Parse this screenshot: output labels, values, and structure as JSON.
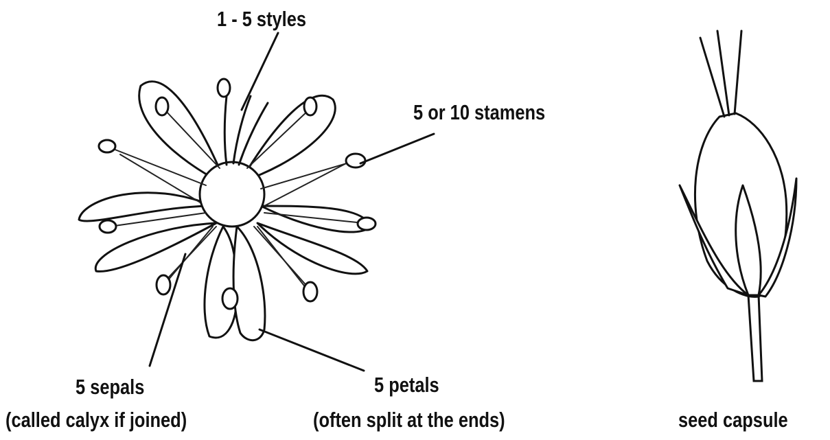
{
  "labels": {
    "styles": "1 - 5 styles",
    "stamens": "5 or 10 stamens",
    "sepals": "5 sepals",
    "calyx_note": "(called calyx if joined)",
    "petals": "5 petals",
    "petals_note": "(often split at the ends)",
    "capsule": "seed capsule"
  }
}
